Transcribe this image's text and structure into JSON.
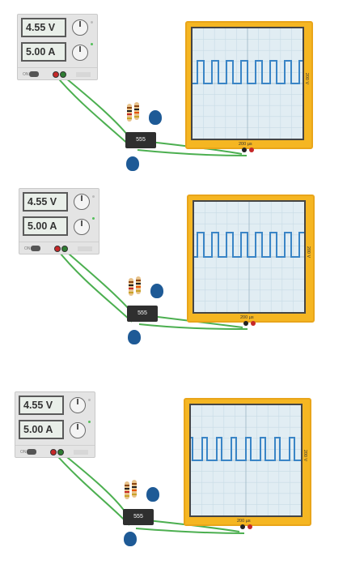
{
  "circuits": [
    {
      "voltage": "4.55 V",
      "current": "5.00 A",
      "chip_label": "555",
      "scope_v_scale": "200 V",
      "scope_t_scale": "200 µs"
    },
    {
      "voltage": "4.55 V",
      "current": "5.00 A",
      "chip_label": "555",
      "scope_v_scale": "200 V",
      "scope_t_scale": "200 µs"
    },
    {
      "voltage": "4.55 V",
      "current": "5.00 A",
      "chip_label": "555",
      "scope_v_scale": "200 V",
      "scope_t_scale": "200 µs"
    }
  ],
  "colors": {
    "wire": "#4caf50",
    "trace": "#3a85c6",
    "scope_body": "#f5b622",
    "capacitor": "#1e5a96"
  },
  "psu_switch_label": "ON"
}
